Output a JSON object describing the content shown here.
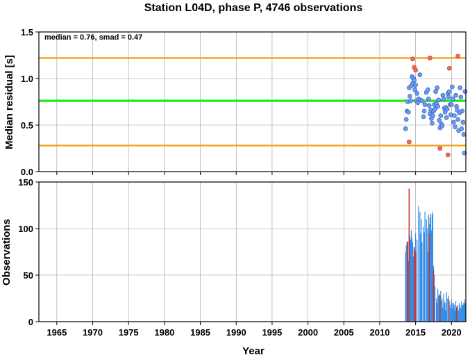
{
  "figure": {
    "title": "Station L04D, phase P, 4746 observations",
    "xlabel": "Year"
  },
  "chart_data": [
    {
      "type": "scatter",
      "id": "residual",
      "ylabel": "Median residual [s]",
      "annotation": "median = 0.76, smad = 0.47",
      "xlim": [
        1962.5,
        2022
      ],
      "ylim": [
        0,
        1.5
      ],
      "yticks": [
        0,
        0.5,
        1.0,
        1.5
      ],
      "ytick_labels": [
        "0.0",
        "0.5",
        "1.0",
        "1.5"
      ],
      "grid": true,
      "hlines": [
        {
          "y": 1.22,
          "color": "#f5a623",
          "role": "upper-bound"
        },
        {
          "y": 0.76,
          "color": "#22ee22",
          "role": "median"
        },
        {
          "y": 0.28,
          "color": "#f5a623",
          "role": "lower-bound"
        }
      ],
      "series": [
        {
          "color": "#6b9cf5",
          "points": [
            [
              2013.6,
              0.46
            ],
            [
              2013.7,
              0.56
            ],
            [
              2013.8,
              0.65
            ],
            [
              2013.9,
              0.75
            ],
            [
              2014.0,
              0.64
            ],
            [
              2014.1,
              0.9
            ],
            [
              2014.2,
              0.81
            ],
            [
              2014.3,
              0.76
            ],
            [
              2014.4,
              0.92
            ],
            [
              2014.5,
              1.02
            ],
            [
              2014.6,
              0.95
            ],
            [
              2014.7,
              1.0
            ],
            [
              2014.8,
              0.98
            ],
            [
              2014.9,
              0.88
            ],
            [
              2015.0,
              0.93
            ],
            [
              2015.1,
              0.76
            ],
            [
              2015.2,
              0.84
            ],
            [
              2015.3,
              0.74
            ],
            [
              2015.4,
              0.78
            ],
            [
              2015.6,
              1.04
            ],
            [
              2015.7,
              0.77
            ],
            [
              2015.9,
              0.76
            ],
            [
              2016.1,
              0.59
            ],
            [
              2016.2,
              0.65
            ],
            [
              2016.3,
              0.72
            ],
            [
              2016.5,
              0.85
            ],
            [
              2016.7,
              0.88
            ],
            [
              2016.8,
              0.78
            ],
            [
              2016.9,
              0.71
            ],
            [
              2017.0,
              0.62
            ],
            [
              2017.1,
              0.66
            ],
            [
              2017.2,
              0.57
            ],
            [
              2017.3,
              0.52
            ],
            [
              2017.4,
              0.6
            ],
            [
              2017.5,
              0.65
            ],
            [
              2017.6,
              0.72
            ],
            [
              2017.7,
              0.67
            ],
            [
              2017.8,
              0.86
            ],
            [
              2017.9,
              0.73
            ],
            [
              2018.0,
              0.9
            ],
            [
              2018.1,
              0.7
            ],
            [
              2018.2,
              0.77
            ],
            [
              2018.3,
              0.55
            ],
            [
              2018.4,
              0.47
            ],
            [
              2018.5,
              0.6
            ],
            [
              2018.6,
              0.51
            ],
            [
              2018.7,
              0.49
            ],
            [
              2018.8,
              0.82
            ],
            [
              2018.9,
              0.78
            ],
            [
              2019.0,
              0.68
            ],
            [
              2019.1,
              0.64
            ],
            [
              2019.2,
              0.69
            ],
            [
              2019.3,
              0.58
            ],
            [
              2019.4,
              0.67
            ],
            [
              2019.5,
              0.84
            ],
            [
              2019.6,
              0.8
            ],
            [
              2019.7,
              0.86
            ],
            [
              2019.8,
              0.72
            ],
            [
              2019.9,
              0.61
            ],
            [
              2020.0,
              0.72
            ],
            [
              2020.1,
              0.91
            ],
            [
              2020.2,
              0.78
            ],
            [
              2020.3,
              0.53
            ],
            [
              2020.4,
              0.6
            ],
            [
              2020.5,
              0.48
            ],
            [
              2020.6,
              0.82
            ],
            [
              2020.7,
              0.7
            ],
            [
              2020.8,
              0.66
            ],
            [
              2020.9,
              0.56
            ],
            [
              2021.0,
              0.44
            ],
            [
              2021.1,
              0.63
            ],
            [
              2021.2,
              0.9
            ],
            [
              2021.3,
              0.8
            ],
            [
              2021.4,
              0.46
            ],
            [
              2021.5,
              0.65
            ],
            [
              2021.6,
              0.53
            ],
            [
              2021.7,
              0.4
            ],
            [
              2021.8,
              0.2
            ],
            [
              2021.9,
              0.86
            ]
          ]
        },
        {
          "color": "#f26d5b",
          "points": [
            [
              2014.1,
              0.32
            ],
            [
              2014.6,
              1.21
            ],
            [
              2014.8,
              1.12
            ],
            [
              2015.0,
              1.09
            ],
            [
              2017.0,
              1.22
            ],
            [
              2018.4,
              0.25
            ],
            [
              2019.5,
              0.18
            ],
            [
              2019.7,
              1.11
            ],
            [
              2020.9,
              1.24
            ]
          ]
        }
      ]
    },
    {
      "type": "bar",
      "id": "observations",
      "ylabel": "Observations",
      "xlim": [
        1962.5,
        2022
      ],
      "ylim": [
        0,
        150
      ],
      "yticks": [
        0,
        50,
        100,
        150
      ],
      "ytick_labels": [
        "0",
        "50",
        "100",
        "150"
      ],
      "xticks": [
        1965,
        1970,
        1975,
        1980,
        1985,
        1990,
        1995,
        2000,
        2005,
        2010,
        2015,
        2020
      ],
      "xtick_labels": [
        "1965",
        "1970",
        "1975",
        "1980",
        "1985",
        "1990",
        "1995",
        "2000",
        "2005",
        "2010",
        "2015",
        "2020"
      ],
      "grid": true,
      "bar_width_years": 0.1,
      "series": [
        {
          "color": "#2f8ee8",
          "x": [
            2013.6,
            2013.7,
            2013.8,
            2013.9,
            2014.0,
            2014.2,
            2014.3,
            2014.4,
            2014.5,
            2014.6,
            2014.7,
            2014.9,
            2015.0,
            2015.2,
            2015.4,
            2015.6,
            2015.7,
            2015.8,
            2015.9,
            2016.1,
            2016.2,
            2016.3,
            2016.5,
            2016.6,
            2016.7,
            2016.8,
            2016.9,
            2017.0,
            2017.1,
            2017.2,
            2017.3,
            2017.4,
            2017.5,
            2017.6,
            2017.7,
            2017.9,
            2018.0,
            2018.1,
            2018.2,
            2018.3,
            2018.5,
            2018.6,
            2018.7,
            2018.8,
            2018.9,
            2019.0,
            2019.1,
            2019.2,
            2019.3,
            2019.4,
            2019.6,
            2019.7,
            2019.8,
            2019.9,
            2020.0,
            2020.1,
            2020.2,
            2020.3,
            2020.4,
            2020.5,
            2020.6,
            2020.7,
            2020.8,
            2020.9,
            2021.0,
            2021.1,
            2021.2,
            2021.3,
            2021.4,
            2021.5,
            2021.6,
            2021.7,
            2021.8,
            2021.9
          ],
          "values": [
            75,
            82,
            86,
            72,
            65,
            92,
            88,
            98,
            90,
            85,
            70,
            78,
            95,
            88,
            124,
            118,
            95,
            110,
            85,
            102,
            96,
            118,
            110,
            100,
            75,
            115,
            105,
            112,
            116,
            98,
            115,
            118,
            60,
            50,
            38,
            25,
            20,
            35,
            28,
            30,
            33,
            22,
            25,
            15,
            30,
            22,
            20,
            12,
            32,
            25,
            28,
            22,
            18,
            15,
            24,
            20,
            14,
            20,
            18,
            12,
            22,
            16,
            14,
            18,
            12,
            20,
            16,
            14,
            22,
            18,
            18,
            20,
            24,
            20
          ]
        },
        {
          "color": "#cc3333",
          "x": [
            2013.9,
            2014.1,
            2014.8,
            2015.0,
            2016.9,
            2017.5,
            2018.4,
            2019.6,
            2020.7
          ],
          "values": [
            86,
            143,
            80,
            75,
            95,
            55,
            28,
            25,
            16
          ]
        }
      ]
    }
  ]
}
